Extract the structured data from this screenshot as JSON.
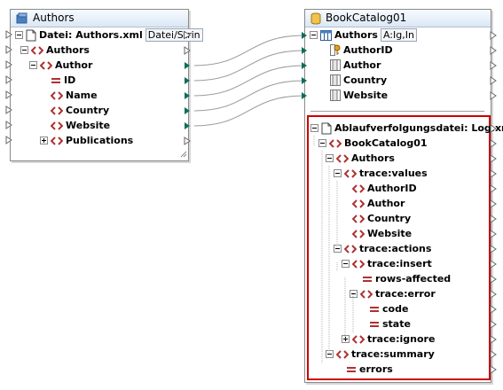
{
  "source": {
    "title": "Authors",
    "file_label": "Datei: Authors.xml",
    "file_badge": "Datei/Strin",
    "nodes": {
      "authors": "Authors",
      "author": "Author",
      "id": "ID",
      "name": "Name",
      "country": "Country",
      "website": "Website",
      "publications": "Publications"
    }
  },
  "target": {
    "title": "BookCatalog01",
    "table_label": "Authors",
    "table_badge": "A:Ig,In",
    "fields": {
      "authorid": "AuthorID",
      "author": "Author",
      "country": "Country",
      "website": "Website"
    },
    "trace": {
      "file_label": "Ablaufverfolgungsdatei: Log.xml",
      "bookcatalog": "BookCatalog01",
      "authors": "Authors",
      "values": "trace:values",
      "v_authorid": "AuthorID",
      "v_author": "Author",
      "v_country": "Country",
      "v_website": "Website",
      "actions": "trace:actions",
      "insert": "trace:insert",
      "rows_affected": "rows-affected",
      "error": "trace:error",
      "code": "code",
      "state": "state",
      "ignore": "trace:ignore",
      "summary": "trace:summary",
      "errors": "errors"
    }
  },
  "colors": {
    "connector": "#9a9a9a",
    "output_arrow": "#0b6e5d",
    "highlight_border": "#cc0000",
    "element_icon": "#b03030"
  }
}
